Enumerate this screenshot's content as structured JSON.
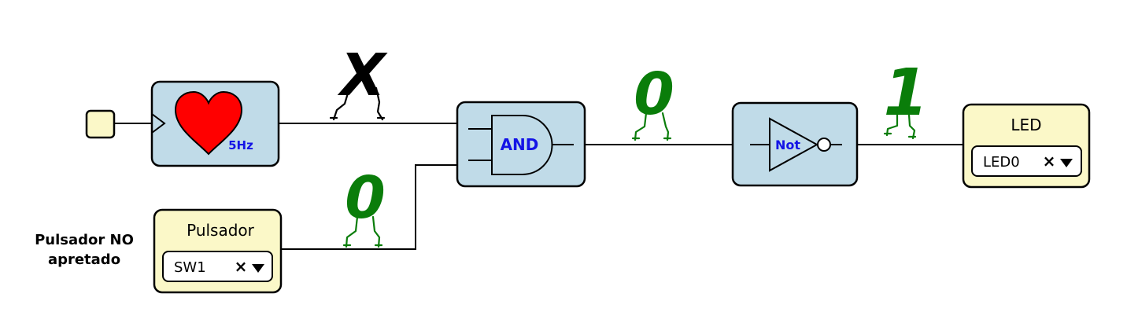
{
  "colors": {
    "block_fill": "#c0dbe8",
    "io_fill": "#fbf8c8",
    "bit_high": "#0a7d0a",
    "bit_unknown": "#000000",
    "gate_label": "#1414e6",
    "heart": "#ff0000"
  },
  "clock": {
    "freq_label": "5Hz",
    "icon": "heart-icon"
  },
  "and_gate": {
    "label": "AND"
  },
  "not_gate": {
    "label": "Not"
  },
  "button": {
    "title": "Pulsador",
    "selected": "SW1",
    "clear_symbol": "×",
    "note_line1": "Pulsador NO",
    "note_line2": "apretado"
  },
  "led": {
    "title": "LED",
    "selected": "LED0",
    "clear_symbol": "×"
  },
  "signals": {
    "clock_out": "X",
    "button_out": "0",
    "and_out": "0",
    "not_out": "1"
  }
}
